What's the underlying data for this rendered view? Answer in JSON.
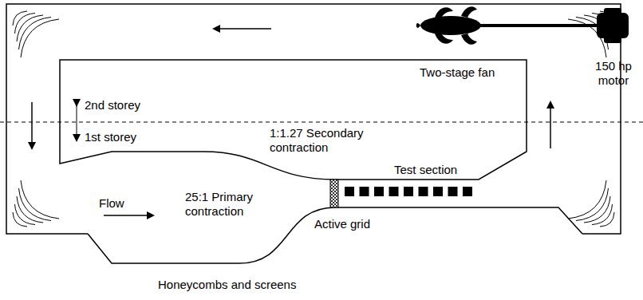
{
  "diagram": {
    "labels": [
      "Two-stage fan",
      "150 hp motor",
      "2nd storey",
      "1st storey",
      "1:1.27 Secondary contraction",
      "Test section",
      "Flow",
      "25:1 Primary contraction",
      "Active grid",
      "Honeycombs and screens"
    ]
  }
}
